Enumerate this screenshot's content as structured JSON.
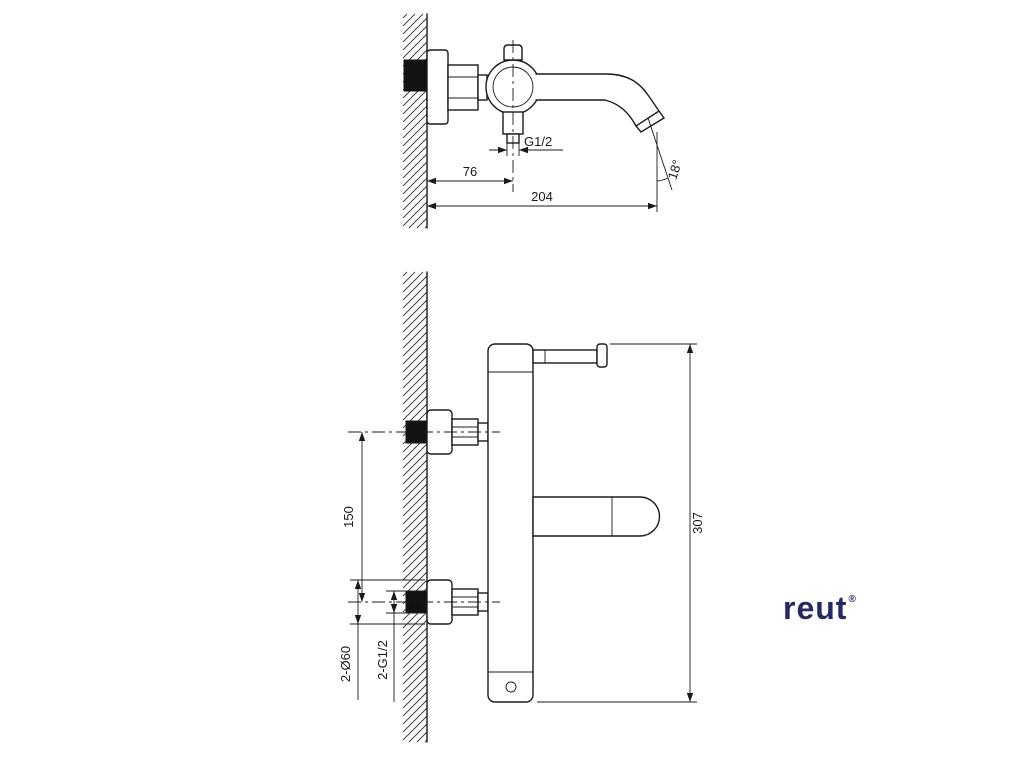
{
  "logo": {
    "text": "reut",
    "mark": "®"
  },
  "colors": {
    "line": "#1b1b1b",
    "logo": "#252a63"
  },
  "top_view": {
    "dim_wall_to_center": "76",
    "dim_wall_to_tip": "204",
    "thread_label": "G1/2",
    "angle_label": "18°"
  },
  "front_view": {
    "dim_inlet_spacing": "150",
    "dim_total_height": "307",
    "dim_flange": "2-Ø60",
    "dim_thread": "2-G1/2"
  }
}
